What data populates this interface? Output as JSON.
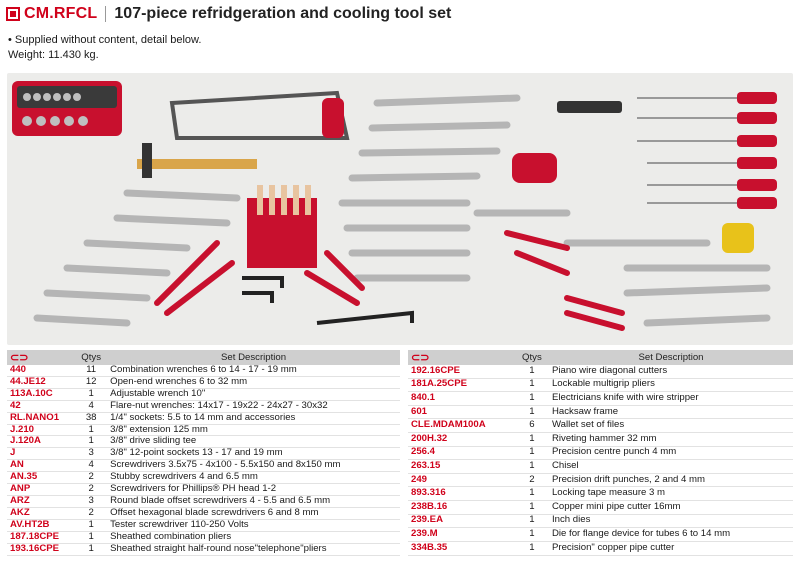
{
  "header": {
    "ref": "CM.RFCL",
    "title": "107-piece refridgeration and cooling tool set"
  },
  "description": {
    "line1": "• Supplied without content, detail below.",
    "line2": "Weight: 11.430 kg."
  },
  "table_headers": {
    "qty": "Qtys",
    "desc": "Set Description",
    "icon": "⊂⊃"
  },
  "left_rows": [
    {
      "ref": "440",
      "qty": "11",
      "desc": "Combination wrenches 6 to 14 - 17 - 19 mm"
    },
    {
      "ref": "44.JE12",
      "qty": "12",
      "desc": "Open-end wrenches 6 to 32 mm"
    },
    {
      "ref": "113A.10C",
      "qty": "1",
      "desc": "Adjustable wrench 10\""
    },
    {
      "ref": "42",
      "qty": "4",
      "desc": "Flare-nut wrenches: 14x17 - 19x22 - 24x27 - 30x32"
    },
    {
      "ref": "RL.NANO1",
      "qty": "38",
      "desc": "1/4\" sockets: 5.5 to 14 mm and accessories"
    },
    {
      "ref": "J.210",
      "qty": "1",
      "desc": "3/8\" extension 125 mm"
    },
    {
      "ref": "J.120A",
      "qty": "1",
      "desc": "3/8\" drive sliding tee"
    },
    {
      "ref": "J",
      "qty": "3",
      "desc": "3/8\" 12-point sockets 13 - 17 and 19 mm"
    },
    {
      "ref": "AN",
      "qty": "4",
      "desc": "Screwdrivers 3.5x75 - 4x100 - 5.5x150 and 8x150 mm"
    },
    {
      "ref": "AN.35",
      "qty": "2",
      "desc": "Stubby screwdrivers 4 and 6.5 mm"
    },
    {
      "ref": "ANP",
      "qty": "2",
      "desc": "Screwdrivers for Phillips® PH head 1-2"
    },
    {
      "ref": "ARZ",
      "qty": "3",
      "desc": "Round blade offset screwdrivers 4 - 5.5 and 6.5 mm"
    },
    {
      "ref": "AKZ",
      "qty": "2",
      "desc": "Offset hexagonal blade screwdrivers 6 and 8 mm"
    },
    {
      "ref": "AV.HT2B",
      "qty": "1",
      "desc": "Tester screwdriver 110-250 Volts"
    },
    {
      "ref": "187.18CPE",
      "qty": "1",
      "desc": "Sheathed combination pliers"
    },
    {
      "ref": "193.16CPE",
      "qty": "1",
      "desc": "Sheathed straight half-round nose\"telephone\"pliers"
    }
  ],
  "right_rows": [
    {
      "ref": "192.16CPE",
      "qty": "1",
      "desc": "Piano wire diagonal cutters"
    },
    {
      "ref": "181A.25CPE",
      "qty": "1",
      "desc": "Lockable multigrip pliers"
    },
    {
      "ref": "840.1",
      "qty": "1",
      "desc": "Electricians knife with wire stripper"
    },
    {
      "ref": "601",
      "qty": "1",
      "desc": "Hacksaw frame"
    },
    {
      "ref": "CLE.MDAM100A",
      "qty": "6",
      "desc": "Wallet set of files"
    },
    {
      "ref": "200H.32",
      "qty": "1",
      "desc": "Riveting hammer 32 mm"
    },
    {
      "ref": "256.4",
      "qty": "1",
      "desc": "Precision centre punch 4 mm"
    },
    {
      "ref": "263.15",
      "qty": "1",
      "desc": "Chisel"
    },
    {
      "ref": "249",
      "qty": "2",
      "desc": "Precision drift punches, 2 and 4 mm"
    },
    {
      "ref": "893.316",
      "qty": "1",
      "desc": "Locking tape measure 3 m"
    },
    {
      "ref": "238B.16",
      "qty": "1",
      "desc": "Copper mini pipe cutter 16mm"
    },
    {
      "ref": "239.EA",
      "qty": "1",
      "desc": "Inch dies"
    },
    {
      "ref": "239.M",
      "qty": "1",
      "desc": "Die for flange device for tubes 6 to 14 mm"
    },
    {
      "ref": "334B.35",
      "qty": "1",
      "desc": "Precision\" copper pipe cutter"
    }
  ],
  "colors": {
    "brand": "#d0021b",
    "header_bg": "#cfcfcf",
    "photo_bg": "#ececea"
  }
}
